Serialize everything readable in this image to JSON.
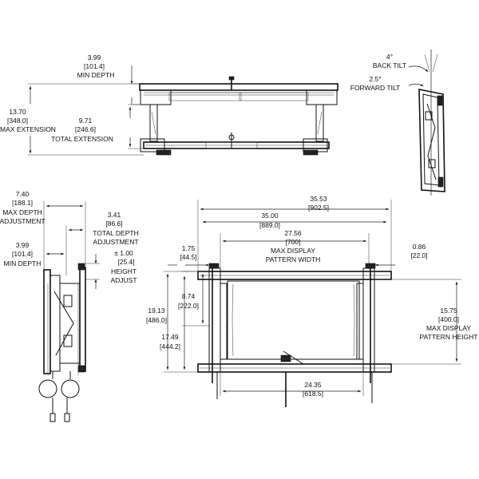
{
  "top_view": {
    "min_depth": {
      "in": "3.99",
      "mm": "[101.4]",
      "label": "MIN DEPTH"
    },
    "max_extension": {
      "in": "13.70",
      "mm": "[348.0]",
      "label": "MAX EXTENSION"
    },
    "total_extension": {
      "in": "9.71",
      "mm": "[246.6]",
      "label": "TOTAL EXTENSION"
    }
  },
  "tilt_view": {
    "back_tilt": {
      "value": "4°",
      "label": "BACK TILT"
    },
    "forward_tilt": {
      "value": "2.5°",
      "label": "FORWARD TILT"
    }
  },
  "side_view": {
    "max_depth_adjustment": {
      "in": "7.40",
      "mm": "[188.1]",
      "label1": "MAX DEPTH",
      "label2": "ADJUSTMENT"
    },
    "total_depth_adjustment": {
      "in": "3.41",
      "mm": "[86.6]",
      "label1": "TOTAL DEPTH",
      "label2": "ADJUSTMENT"
    },
    "min_depth": {
      "in": "3.99",
      "mm": "[101.4]",
      "label": "MIN DEPTH"
    },
    "height_adjust": {
      "in": "± 1.00",
      "mm": "[25.4]",
      "label1": "HEIGHT",
      "label2": "ADJUST"
    }
  },
  "front_view": {
    "overall_width": {
      "in": "35.53",
      "mm": "[902.5]"
    },
    "frame_width": {
      "in": "35.00",
      "mm": "[889.0]"
    },
    "max_pattern_width": {
      "in": "27.56",
      "mm": "[700]",
      "label1": "MAX DISPLAY",
      "label2": "PATTERN WIDTH"
    },
    "left_offset": {
      "in": "1.75",
      "mm": "[44.5]"
    },
    "right_offset": {
      "in": "0.86",
      "mm": "[22.0]"
    },
    "height_874": {
      "in": "8.74",
      "mm": "[222.0]"
    },
    "overall_height": {
      "in": "19.13",
      "mm": "[486.0]"
    },
    "height_1749": {
      "in": "17.49",
      "mm": "[444.2]"
    },
    "max_pattern_height": {
      "in": "15.75",
      "mm": "[400.0]",
      "label1": "MAX DISPLAY",
      "label2": "PATTERN HEIGHT"
    },
    "bottom_width": {
      "in": "24.35",
      "mm": "[618.5]"
    }
  }
}
